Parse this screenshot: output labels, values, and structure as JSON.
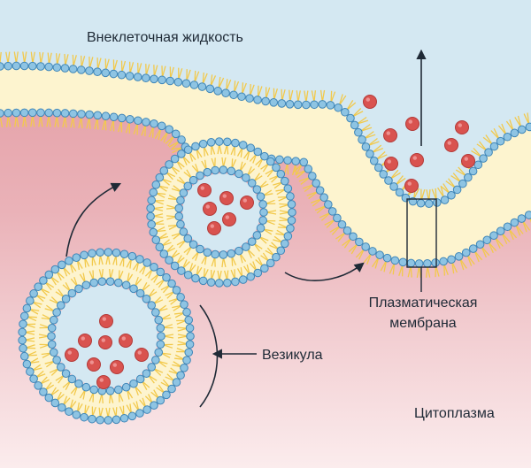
{
  "labels": {
    "extracellular": "Внеклеточная жидкость",
    "cytoplasm": "Цитоплазма",
    "vesicle": "Везикула",
    "membrane_line1": "Плазматическая",
    "membrane_line2": "мембрана"
  },
  "colors": {
    "extracellular_fluid": "#d4e8f2",
    "cytoplasm_dark": "#e08c95",
    "cytoplasm_light": "#f7e3e4",
    "lipid_head": "#8ec4e3",
    "lipid_head_stroke": "#3f86b8",
    "lipid_tail": "#f2c94c",
    "membrane_core": "#fdf4cf",
    "cargo": "#d9534f",
    "arrow": "#1f2a36"
  }
}
